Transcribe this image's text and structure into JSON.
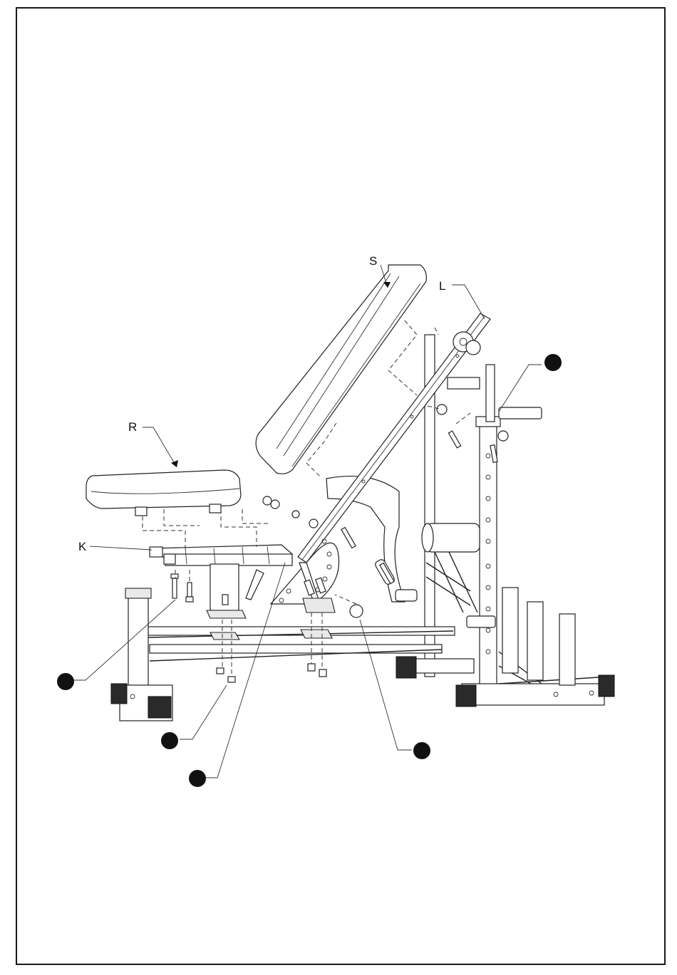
{
  "labels": {
    "s": "S",
    "l": "L",
    "r": "R",
    "k": "K"
  },
  "colors": {
    "ink": "#111111",
    "paper": "#ffffff",
    "shade": "#e9e9e9"
  }
}
